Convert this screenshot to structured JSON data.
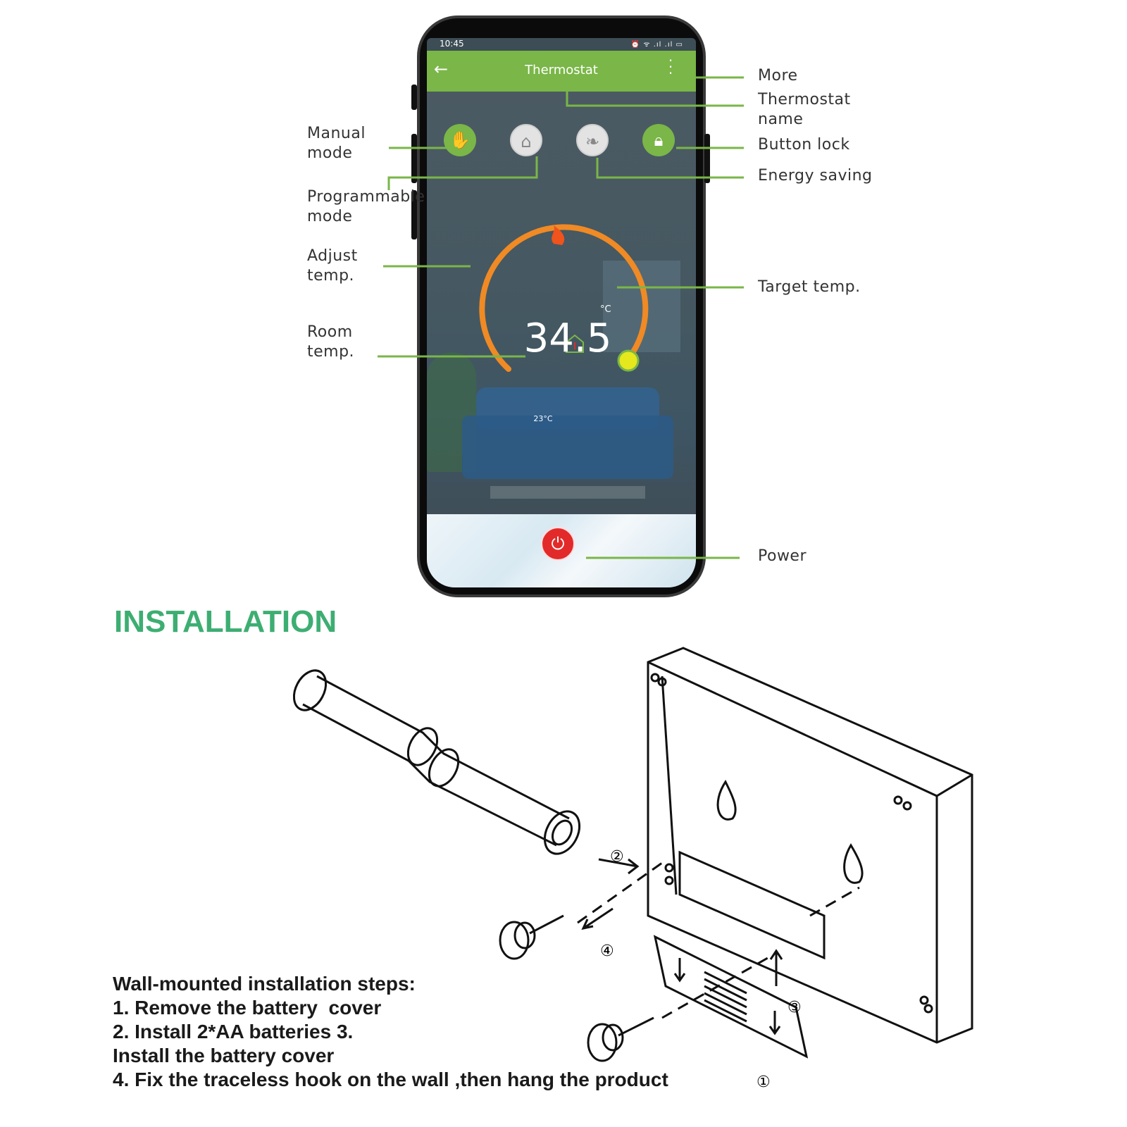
{
  "phone": {
    "status_time": "10:45",
    "status_icons": "⏰ ᯤ .ıl .ıl ▭",
    "app_title": "Thermostat",
    "target_temp": "34.5",
    "unit": "°C",
    "room_temp": "23°C",
    "colors": {
      "accent": "#7ab648",
      "dial": "#f08a24",
      "power": "#e22a2a",
      "knob": "#e4e81c"
    }
  },
  "callouts": {
    "more": "More",
    "thermostat_name": "Thermostat\nname",
    "button_lock": "Button lock",
    "energy_saving": "Energy saving",
    "target_temp": "Target temp.",
    "power": "Power",
    "manual_mode": "Manual\nmode",
    "programmable_mode": "Programmable\nmode",
    "adjust_temp": "Adjust\ntemp.",
    "room_temp": "Room\ntemp."
  },
  "installation": {
    "title": "INSTALLATION",
    "steps": [
      "Wall-mounted installation steps:",
      "1. Remove the battery  cover",
      "2. Install 2*AA batteries 3.",
      "Install the battery cover",
      "4. Fix the traceless hook on the wall ,then hang the product"
    ],
    "markers": [
      "①",
      "②",
      "③",
      "④"
    ]
  }
}
